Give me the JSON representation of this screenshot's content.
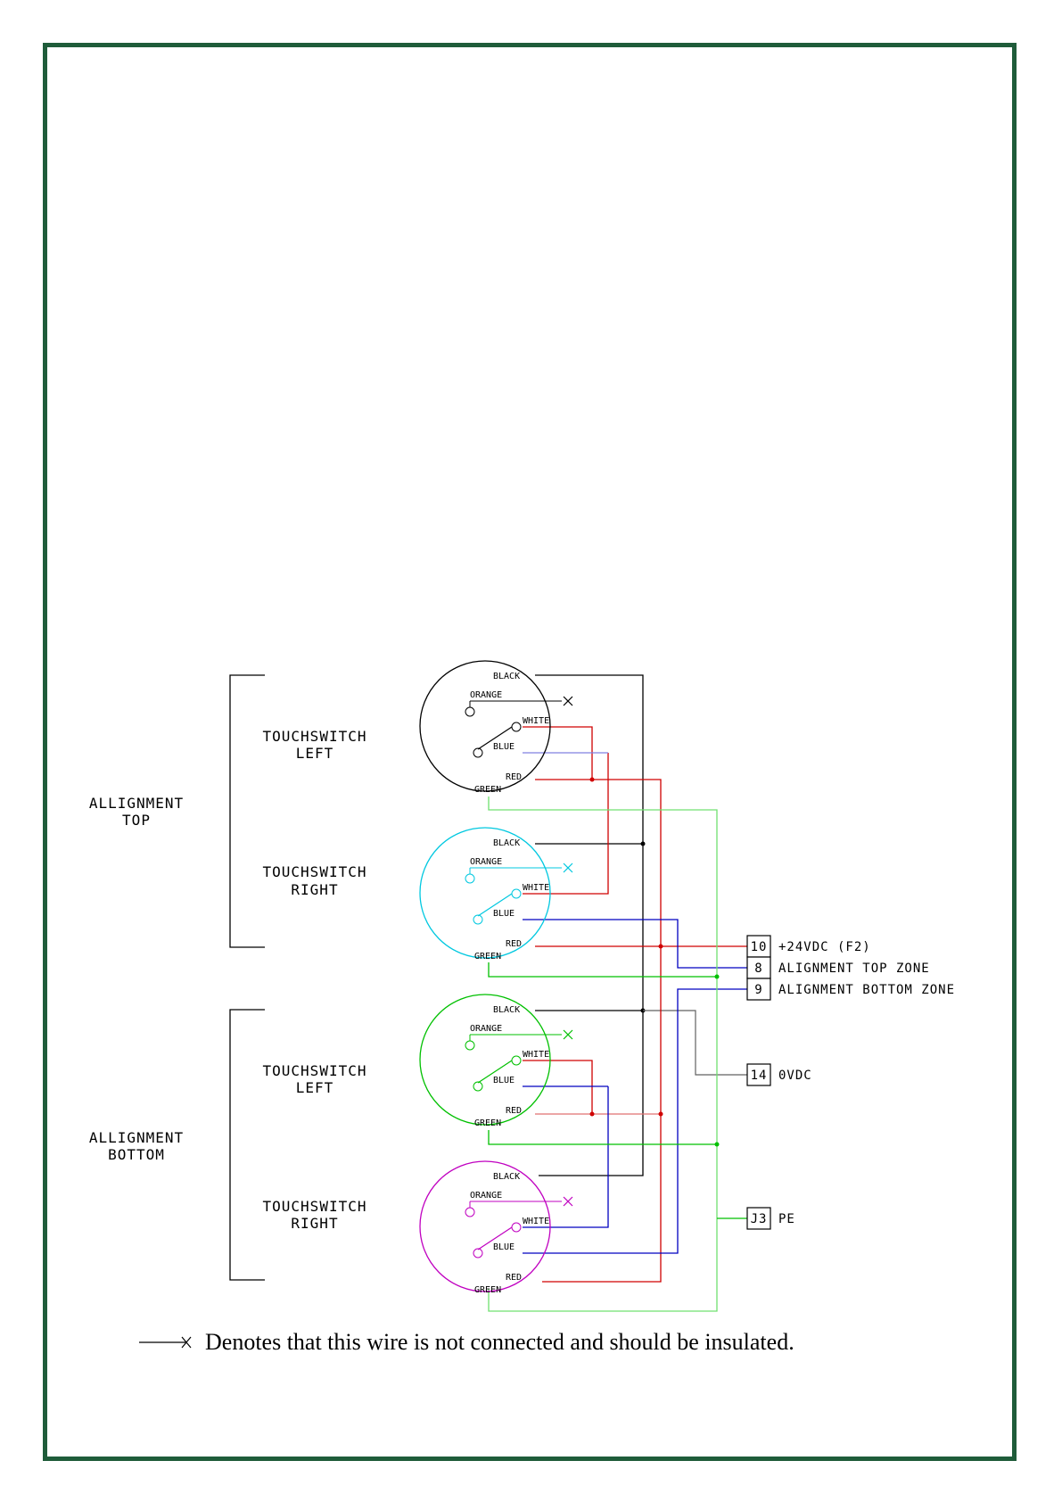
{
  "groups": {
    "top": {
      "line1": "ALLIGNMENT",
      "line2": "TOP"
    },
    "bottom": {
      "line1": "ALLIGNMENT",
      "line2": "BOTTOM"
    }
  },
  "switches": [
    {
      "line1": "TOUCHSWITCH",
      "line2": "LEFT",
      "color": "#000000"
    },
    {
      "line1": "TOUCHSWITCH",
      "line2": "RIGHT",
      "color": "#00c8e0"
    },
    {
      "line1": "TOUCHSWITCH",
      "line2": "LEFT",
      "color": "#00c000"
    },
    {
      "line1": "TOUCHSWITCH",
      "line2": "RIGHT",
      "color": "#c000c0"
    }
  ],
  "wire_labels": {
    "black": "BLACK",
    "orange": "ORANGE",
    "white": "WHITE",
    "blue": "BLUE",
    "red": "RED",
    "green": "GREEN"
  },
  "terminals": [
    {
      "number": "10",
      "label": "+24VDC (F2)"
    },
    {
      "number": "8",
      "label": "ALIGNMENT TOP ZONE"
    },
    {
      "number": "9",
      "label": "ALIGNMENT BOTTOM ZONE"
    },
    {
      "number": "14",
      "label": "0VDC"
    },
    {
      "number": "J3",
      "label": "PE"
    }
  ],
  "footnote": "Denotes that this wire is not connected and should be insulated.",
  "colors": {
    "frame": "#1f5c3a",
    "wire_black": "#000000",
    "wire_red": "#d00000",
    "wire_red_light": "#e07070",
    "wire_blue": "#0000c0",
    "wire_blue_light": "#8080e0",
    "wire_green": "#00c000",
    "wire_green_light": "#70e070",
    "wire_gray": "#606060"
  }
}
